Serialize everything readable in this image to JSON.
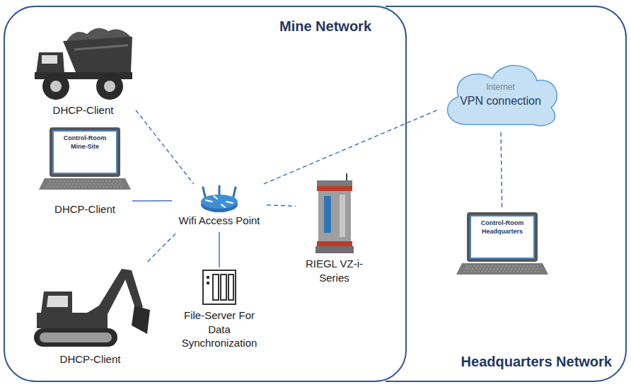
{
  "diagram": {
    "nodes": [
      {
        "text": [
          "Mine Network"
        ]
      },
      {
        "text": [
          "Headquarters Network"
        ]
      },
      {
        "text": [
          "DHCP-Client"
        ],
        "in": 0
      },
      {
        "text": [
          "Control-Room Mine-Site",
          "DHCP-Client"
        ],
        "in": 0
      },
      {
        "text": [
          "DHCP-Client"
        ],
        "in": 0
      },
      {
        "text": [
          "Wifi Access Point"
        ],
        "in": 0
      },
      {
        "text": [
          "RIEGL VZ-i-Series"
        ],
        "in": 0
      },
      {
        "text": [
          "File-Server For Data Synchronization"
        ],
        "in": 0
      },
      {
        "text": [
          "Internet",
          "VPN connection"
        ],
        "in": 1
      },
      {
        "text": [
          "Control-Room Headquarters"
        ],
        "in": 1
      }
    ],
    "edges": [
      {
        "from": 2,
        "to": 5,
        "arrow": "none"
      },
      {
        "from": 3,
        "to": 5,
        "arrow": "none"
      },
      {
        "from": 4,
        "to": 5,
        "arrow": "none"
      },
      {
        "from": 5,
        "to": 7,
        "arrow": "none"
      },
      {
        "from": 5,
        "to": 6,
        "arrow": "none"
      },
      {
        "from": 5,
        "to": 8,
        "arrow": "none"
      },
      {
        "from": 8,
        "to": 9,
        "arrow": "none"
      }
    ]
  }
}
